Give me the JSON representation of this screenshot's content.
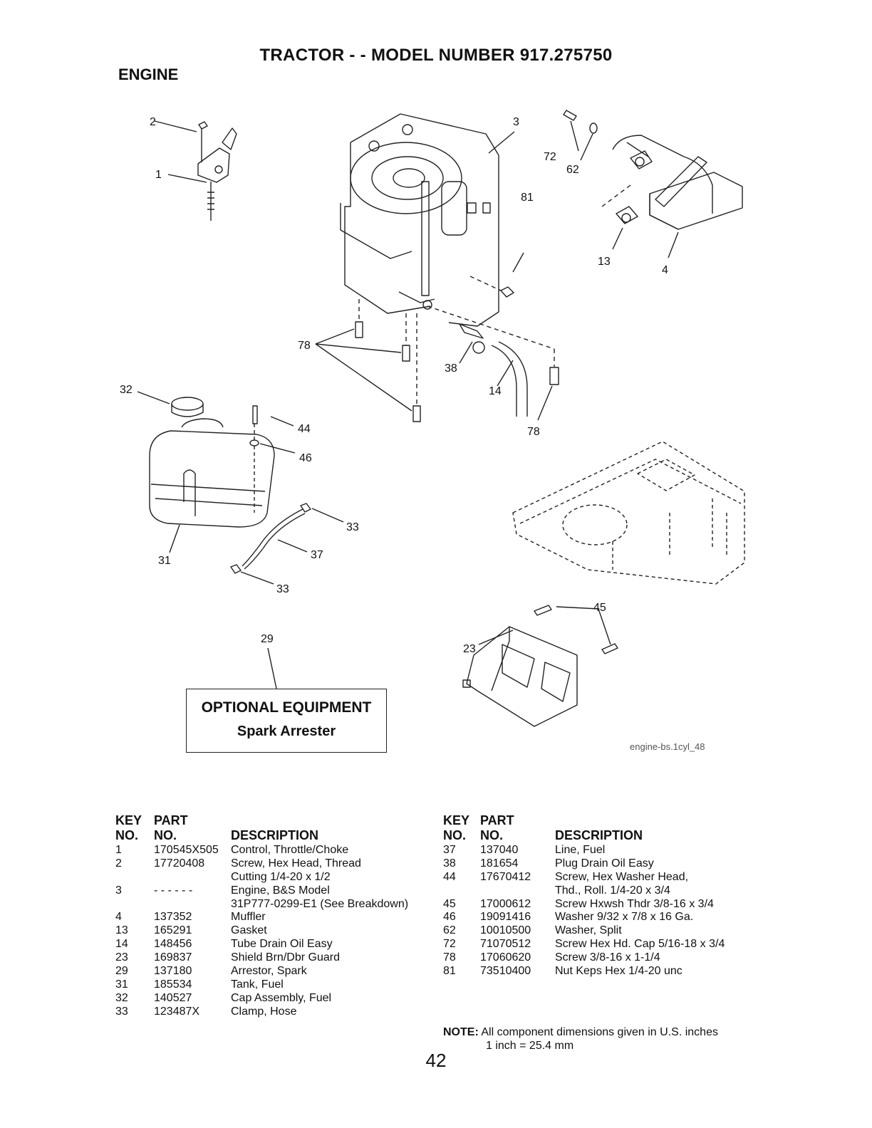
{
  "title": "TRACTOR - - MODEL NUMBER 917.275750",
  "section": "ENGINE",
  "callouts": {
    "c2": "2",
    "c1": "1",
    "c3": "3",
    "c72": "72",
    "c62": "62",
    "c81": "81",
    "c13": "13",
    "c4": "4",
    "c78a": "78",
    "c38": "38",
    "c14": "14",
    "c78b": "78",
    "c32": "32",
    "c44": "44",
    "c46": "46",
    "c33a": "33",
    "c37": "37",
    "c31": "31",
    "c33b": "33",
    "c29": "29",
    "c45": "45",
    "c23": "23"
  },
  "optional": {
    "title": "OPTIONAL EQUIPMENT",
    "subtitle": "Spark Arrester"
  },
  "figure_id": "engine-bs.1cyl_48",
  "table_headers": {
    "key1": "KEY",
    "key2": "NO.",
    "part1": "PART",
    "part2": "NO.",
    "desc": "DESCRIPTION"
  },
  "parts_left": [
    {
      "key": "1",
      "part": "170545X505",
      "desc": "Control, Throttle/Choke"
    },
    {
      "key": "2",
      "part": "17720408",
      "desc": "Screw, Hex Head, Thread"
    },
    {
      "key": "",
      "part": "",
      "desc": "Cutting 1/4-20 x 1/2"
    },
    {
      "key": "3",
      "part": "- - - - - -",
      "desc": "Engine, B&S Model"
    },
    {
      "key": "",
      "part": "",
      "desc": "31P777-0299-E1 (See Breakdown)"
    },
    {
      "key": "4",
      "part": "137352",
      "desc": "Muffler"
    },
    {
      "key": "13",
      "part": "165291",
      "desc": "Gasket"
    },
    {
      "key": "14",
      "part": "148456",
      "desc": "Tube Drain Oil Easy"
    },
    {
      "key": "23",
      "part": "169837",
      "desc": "Shield Brn/Dbr Guard"
    },
    {
      "key": "29",
      "part": "137180",
      "desc": "Arrestor, Spark"
    },
    {
      "key": "31",
      "part": "185534",
      "desc": "Tank, Fuel"
    },
    {
      "key": "32",
      "part": "140527",
      "desc": "Cap Assembly, Fuel"
    },
    {
      "key": "33",
      "part": "123487X",
      "desc": "Clamp, Hose"
    }
  ],
  "parts_right": [
    {
      "key": "37",
      "part": "137040",
      "desc": "Line, Fuel"
    },
    {
      "key": "38",
      "part": "181654",
      "desc": "Plug Drain Oil Easy"
    },
    {
      "key": "44",
      "part": "17670412",
      "desc": "Screw, Hex Washer Head,"
    },
    {
      "key": "",
      "part": "",
      "desc": "Thd., Roll. 1/4-20 x 3/4"
    },
    {
      "key": "45",
      "part": "17000612",
      "desc": "Screw Hxwsh Thdr 3/8-16 x 3/4"
    },
    {
      "key": "46",
      "part": "19091416",
      "desc": "Washer  9/32 x 7/8 x 16 Ga."
    },
    {
      "key": "62",
      "part": "10010500",
      "desc": "Washer, Split"
    },
    {
      "key": "72",
      "part": "71070512",
      "desc": "Screw Hex Hd. Cap 5/16-18 x 3/4"
    },
    {
      "key": "78",
      "part": "17060620",
      "desc": "Screw 3/8-16 x 1-1/4"
    },
    {
      "key": "81",
      "part": "73510400",
      "desc": "Nut Keps Hex 1/4-20 unc"
    }
  ],
  "note": {
    "label": "NOTE:",
    "line1": "All component dimensions given in U.S. inches",
    "line2": "1 inch = 25.4 mm"
  },
  "page_number": "42"
}
